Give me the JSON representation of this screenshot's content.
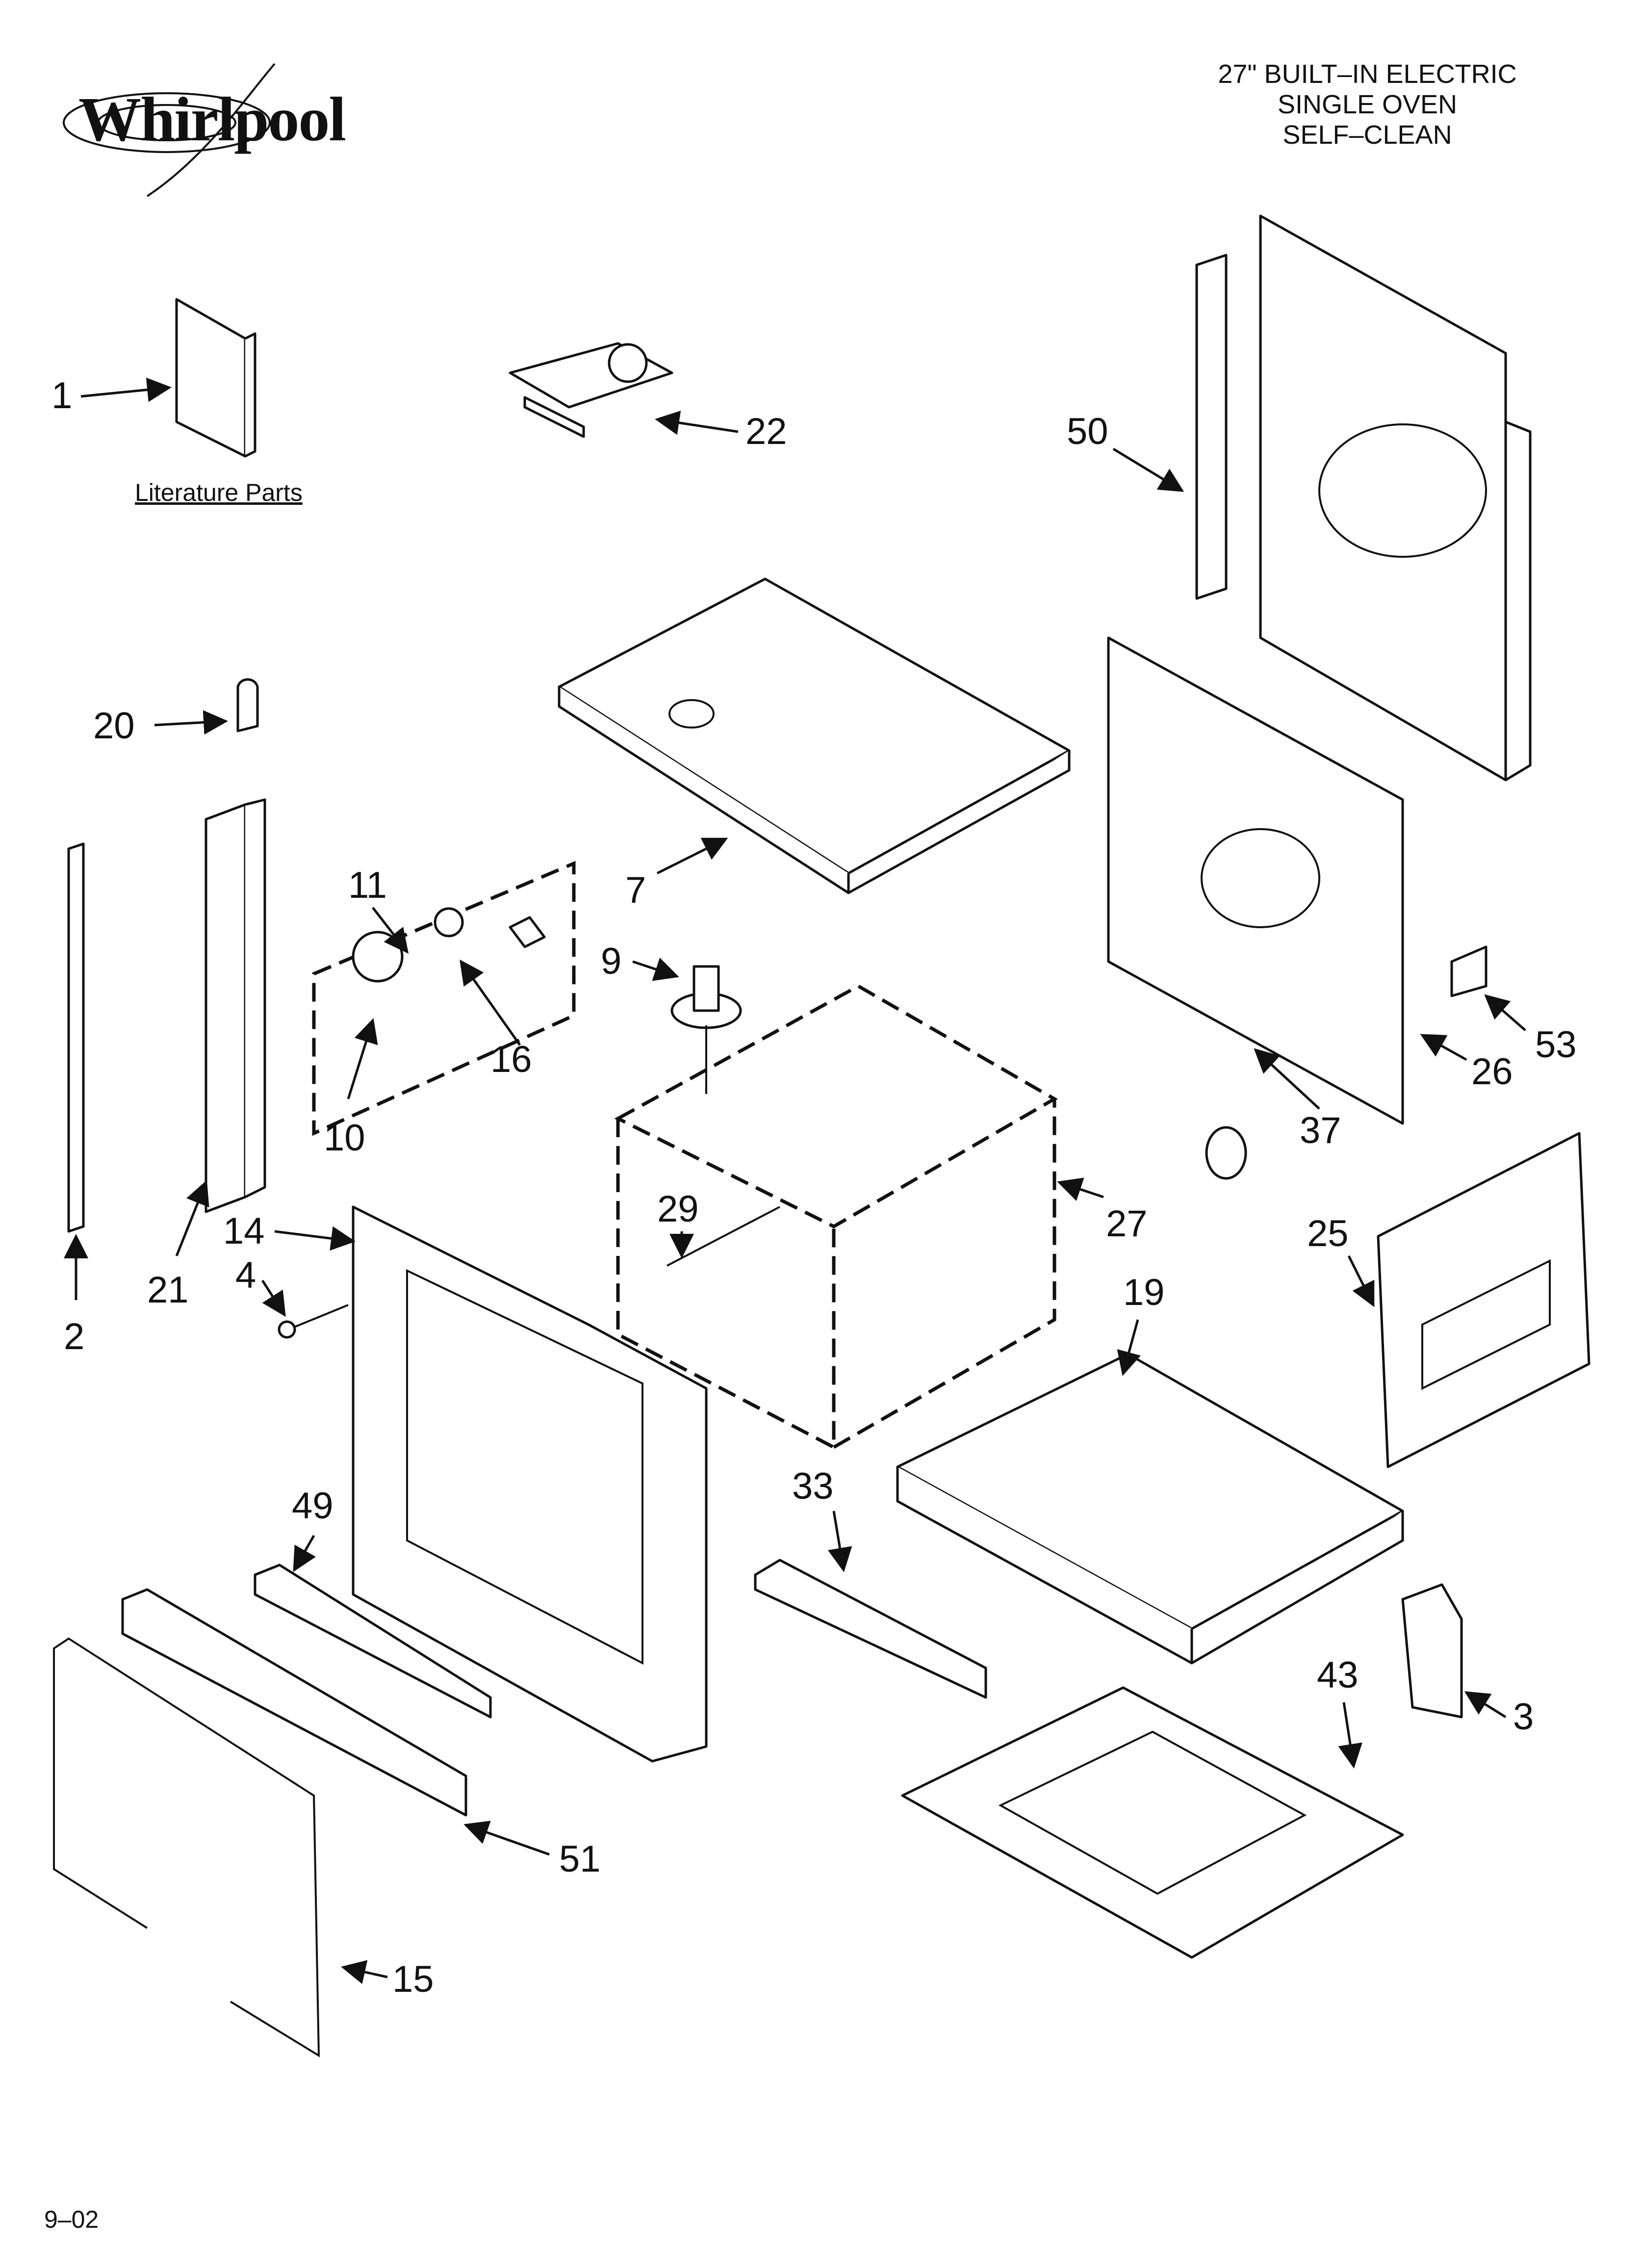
{
  "brand": {
    "name": "Whirlpool"
  },
  "header": {
    "title_lines": [
      "27\" BUILT–IN ELECTRIC",
      "SINGLE OVEN",
      "SELF–CLEAN"
    ]
  },
  "literature_label": "Literature Parts",
  "footer": {
    "code": "9–02"
  },
  "callouts": [
    "1",
    "22",
    "50",
    "20",
    "7",
    "11",
    "9",
    "2",
    "21",
    "16",
    "10",
    "26",
    "53",
    "37",
    "29",
    "27",
    "14",
    "4",
    "25",
    "19",
    "33",
    "49",
    "43",
    "3",
    "51",
    "15"
  ]
}
